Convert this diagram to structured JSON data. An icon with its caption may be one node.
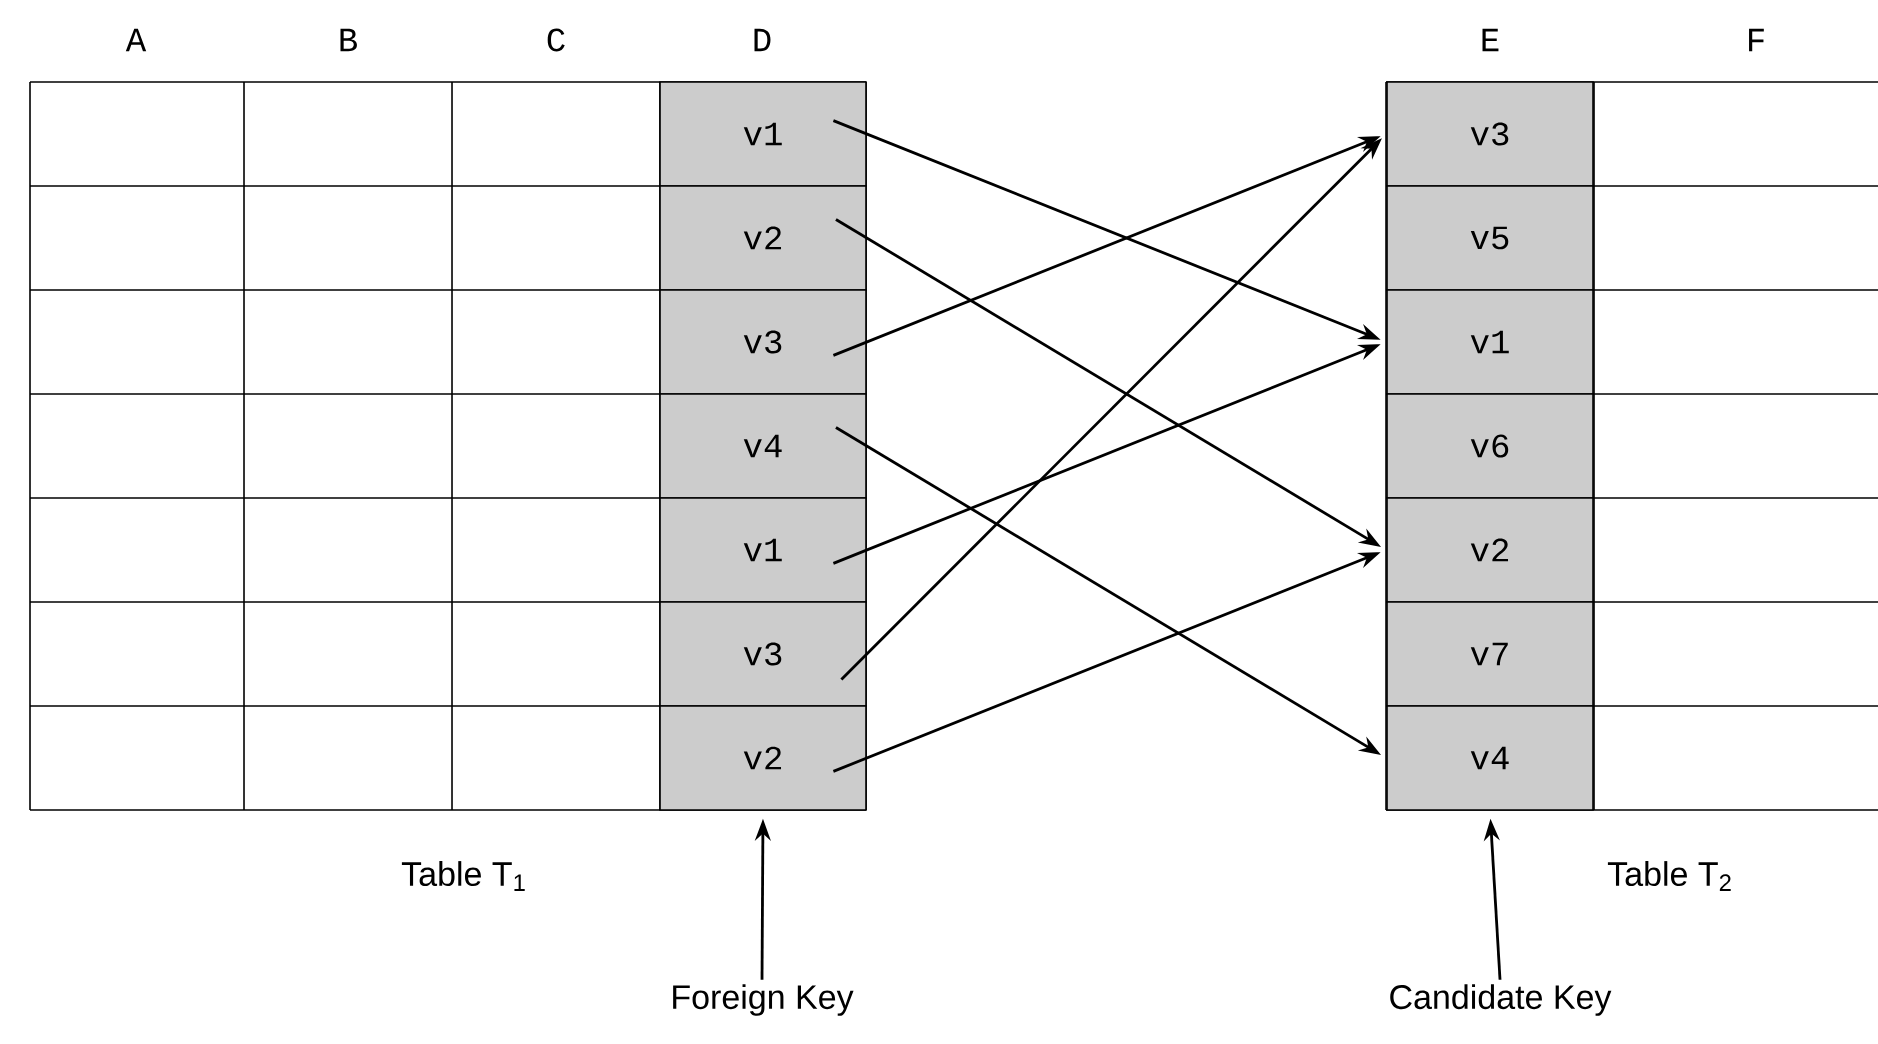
{
  "diagram": {
    "nodes": [
      {
        "text": [
          "v1"
        ]
      },
      {
        "text": [
          "v2"
        ]
      },
      {
        "text": [
          "v3"
        ]
      },
      {
        "text": [
          "v4"
        ]
      },
      {
        "text": [
          "v1"
        ]
      },
      {
        "text": [
          "v3"
        ]
      },
      {
        "text": [
          "v2"
        ]
      },
      {
        "text": [
          "v3"
        ]
      },
      {
        "text": [
          "v5"
        ]
      },
      {
        "text": [
          "v1"
        ]
      },
      {
        "text": [
          "v6"
        ]
      },
      {
        "text": [
          "v2"
        ]
      },
      {
        "text": [
          "v7"
        ]
      },
      {
        "text": [
          "v4"
        ]
      },
      {
        "text": [
          "Foreign Key"
        ]
      },
      {
        "text": [
          "Candidate Key"
        ]
      }
    ],
    "edges": [
      {
        "from": 0,
        "to": 9,
        "arrow": "to"
      },
      {
        "from": 1,
        "to": 11,
        "arrow": "to"
      },
      {
        "from": 2,
        "to": 7,
        "arrow": "to"
      },
      {
        "from": 3,
        "to": 13,
        "arrow": "to"
      },
      {
        "from": 4,
        "to": 9,
        "arrow": "to"
      },
      {
        "from": 5,
        "to": 7,
        "arrow": "to"
      },
      {
        "from": 6,
        "to": 11,
        "arrow": "to"
      },
      {
        "from": 14,
        "to": 6,
        "arrow": "to"
      },
      {
        "from": 15,
        "to": 13,
        "arrow": "to"
      }
    ],
    "labels": [
      "A",
      "B",
      "C",
      "D",
      "E",
      "F",
      "Table T$_{1}$",
      "Table T$_{2}$"
    ]
  }
}
